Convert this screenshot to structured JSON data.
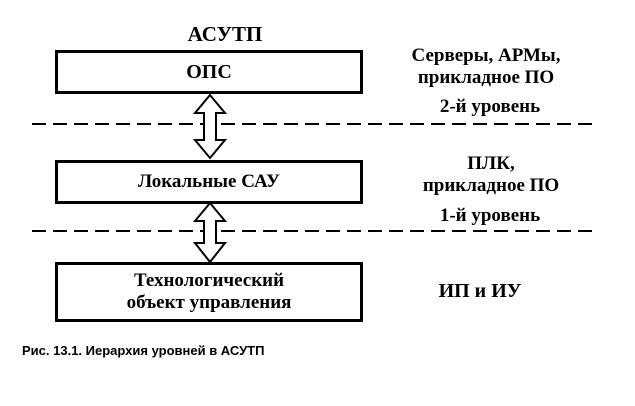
{
  "diagram": {
    "title": "АСУТП",
    "levels": [
      {
        "box": "ОПС",
        "side": [
          "Серверы, АРМы,",
          "прикладное ПО"
        ]
      },
      {
        "box": "Локальные САУ",
        "side": [
          "ПЛК,",
          "прикладное ПО"
        ]
      },
      {
        "box": [
          "Технологический",
          "объект управления"
        ],
        "side": [
          "ИП и ИУ"
        ]
      }
    ],
    "level_labels": [
      "2-й уровень",
      "1-й уровень"
    ],
    "caption": "Рис. 13.1. Иерархия уровней в АСУТП"
  }
}
